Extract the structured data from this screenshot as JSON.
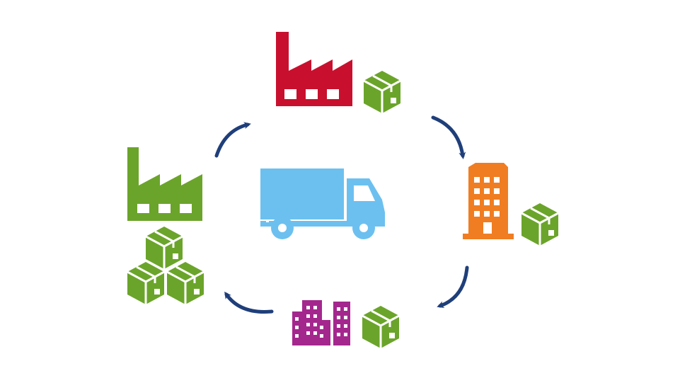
{
  "diagram": {
    "kind": "supply-cycle",
    "colors": {
      "background": "#ffffff",
      "arrow": "#1f3f7a",
      "factory_top": "#c8102e",
      "building_tall": "#f07d22",
      "city": "#a4278e",
      "factory_left": "#6ba42a",
      "box": "#6ba42a",
      "truck": "#6cc0f0",
      "white": "#ffffff"
    },
    "nodes": [
      {
        "id": "factory-top",
        "icon": "factory-icon",
        "color_key": "factory_top",
        "with_box": true
      },
      {
        "id": "building-right",
        "icon": "office-building-icon",
        "color_key": "building_tall",
        "with_box": true
      },
      {
        "id": "city-bottom",
        "icon": "city-buildings-icon",
        "color_key": "city",
        "with_box": true
      },
      {
        "id": "warehouse-left",
        "icon": "factory-icon",
        "color_key": "factory_left",
        "with_box": false,
        "stacked_boxes": 3
      }
    ],
    "center": {
      "icon": "delivery-truck-icon",
      "color_key": "truck"
    },
    "arrows": [
      "top-to-right",
      "right-to-bottom",
      "bottom-to-left",
      "left-to-top"
    ],
    "direction": "clockwise"
  }
}
